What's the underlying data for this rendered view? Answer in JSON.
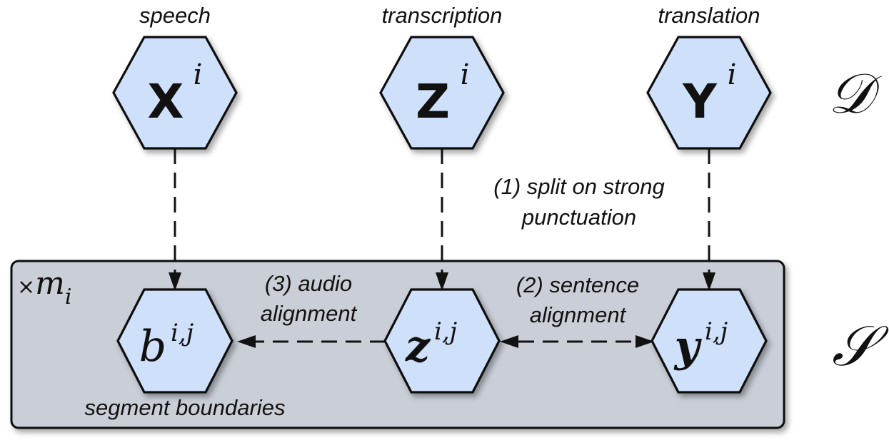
{
  "top_labels": {
    "speech": "speech",
    "transcription": "transcription",
    "translation": "translation"
  },
  "nodes_top": {
    "x": {
      "base": "X",
      "sup": "i"
    },
    "z": {
      "base": "Z",
      "sup": "i"
    },
    "y": {
      "base": "Y",
      "sup": "i"
    }
  },
  "nodes_bottom": {
    "b": {
      "base": "b",
      "sup": "i,j"
    },
    "z": {
      "base": "z",
      "sup": "i,j"
    },
    "y": {
      "base": "y",
      "sup": "i,j"
    }
  },
  "sets": {
    "dataset": "𝒟",
    "segments": "𝒮"
  },
  "plate": {
    "multiplier_symbol": "×",
    "multiplier_base": "m",
    "multiplier_sub": "i",
    "caption": "segment boundaries",
    "fill": "#c9ced7"
  },
  "annotations": {
    "step1_line1": "(1) split on strong",
    "step1_line2": "punctuation",
    "step2_line1": "(2) sentence",
    "step2_line2": "alignment",
    "step3_line1": "(3) audio",
    "step3_line2": "alignment"
  },
  "colors": {
    "node_fill": "#cfe0fb",
    "stroke": "#111111"
  }
}
